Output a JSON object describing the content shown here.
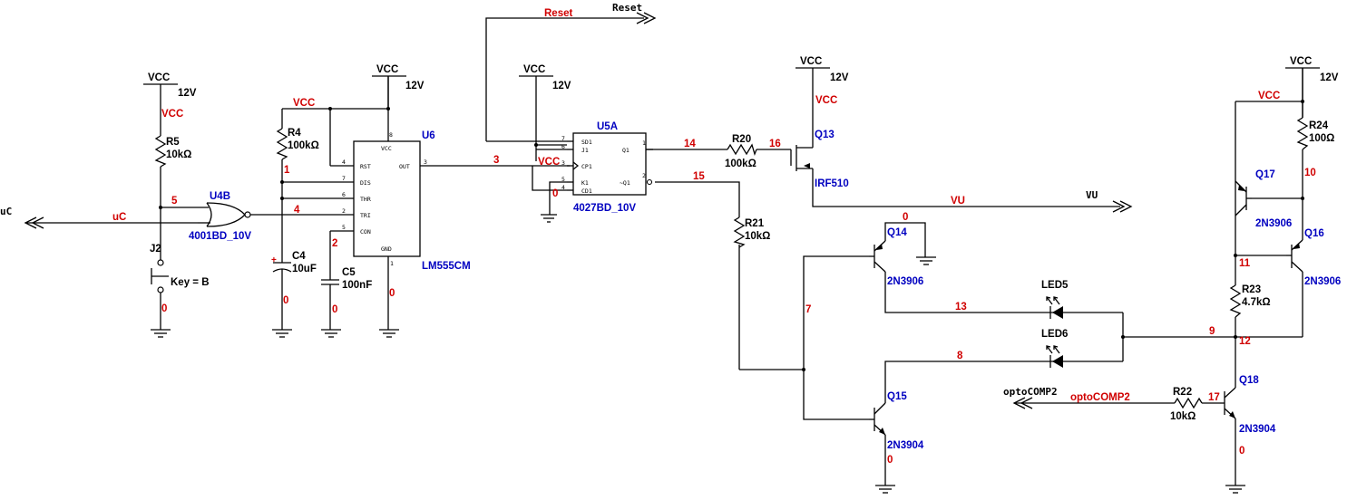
{
  "supply": {
    "vcc": "VCC",
    "voltage": "12V",
    "net_vcc": "VCC"
  },
  "parts": {
    "r5": {
      "ref": "R5",
      "value": "10kΩ"
    },
    "r4": {
      "ref": "R4",
      "value": "100kΩ"
    },
    "r20": {
      "ref": "R20",
      "value": "100kΩ"
    },
    "r21": {
      "ref": "R21",
      "value": "10kΩ"
    },
    "r22": {
      "ref": "R22",
      "value": "10kΩ"
    },
    "r23": {
      "ref": "R23",
      "value": "4.7kΩ"
    },
    "r24": {
      "ref": "R24",
      "value": "100Ω"
    },
    "c4": {
      "ref": "C4",
      "value": "10uF"
    },
    "c5": {
      "ref": "C5",
      "value": "100nF"
    },
    "u4b": {
      "ref": "U4B",
      "model": "4001BD_10V"
    },
    "u6": {
      "ref": "U6",
      "model": "LM555CM",
      "pins": {
        "vcc": "VCC",
        "rst": "RST",
        "dis": "DIS",
        "thr": "THR",
        "tri": "TRI",
        "con": "CON",
        "gnd": "GND",
        "out": "OUT",
        "n_vcc": "8",
        "n_rst": "4",
        "n_dis": "7",
        "n_thr": "6",
        "n_tri": "2",
        "n_con": "5",
        "n_gnd": "1",
        "n_out": "3"
      }
    },
    "u5a": {
      "ref": "U5A",
      "model": "4027BD_10V",
      "pins": {
        "sd1": "SD1",
        "j1": "J1",
        "cp1": "CP1",
        "k1": "K1",
        "cd1": "CD1",
        "q1": "Q1",
        "nq1": "~Q1",
        "n_sd1": "7",
        "n_j1": "6",
        "n_cp1": "3",
        "n_k1": "5",
        "n_cd1": "4",
        "n_q1": "1",
        "n_nq1": "2"
      }
    },
    "j2": {
      "ref": "J2",
      "key": "Key = B"
    },
    "q13": {
      "ref": "Q13",
      "model": "IRF510"
    },
    "q14": {
      "ref": "Q14",
      "model": "2N3906"
    },
    "q15": {
      "ref": "Q15",
      "model": "2N3904"
    },
    "q16": {
      "ref": "Q16",
      "model": "2N3906"
    },
    "q17": {
      "ref": "Q17",
      "model": "2N3906"
    },
    "q18": {
      "ref": "Q18",
      "model": "2N3904"
    },
    "led5": {
      "ref": "LED5"
    },
    "led6": {
      "ref": "LED6"
    }
  },
  "nets": {
    "n0": "0",
    "n1": "1",
    "n2": "2",
    "n3": "3",
    "n4": "4",
    "n5": "5",
    "n7": "7",
    "n8": "8",
    "n9": "9",
    "n10": "10",
    "n11": "11",
    "n12": "12",
    "n13": "13",
    "n14": "14",
    "n15": "15",
    "n16": "16",
    "n17": "17",
    "uc": "uC",
    "reset": "Reset",
    "vu": "VU",
    "opto": "optoCOMP2"
  },
  "ports": {
    "uc": "uC",
    "reset": "Reset",
    "vu": "VU",
    "opto": "optoCOMP2"
  },
  "colors": {
    "wire": "#000000",
    "net_label": "#d00000",
    "component_label": "#0000c0"
  }
}
